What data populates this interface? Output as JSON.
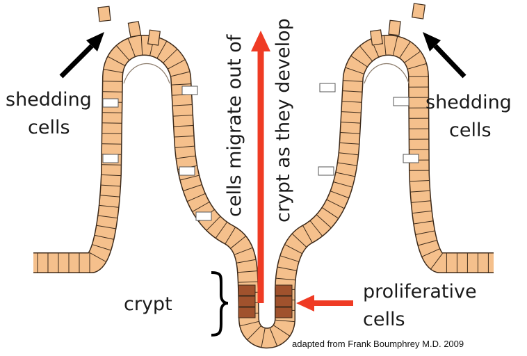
{
  "labels": {
    "shedding_left_1": "shedding",
    "shedding_left_2": "cells",
    "shedding_right_1": "shedding",
    "shedding_right_2": "cells",
    "migrate_1": "cells migrate out of",
    "migrate_2": "crypt as they develop",
    "crypt": "crypt",
    "proliferative_1": "proliferative",
    "proliferative_2": "cells",
    "credit": "adapted from Frank Boumphrey M.D. 2009"
  },
  "colors": {
    "cell_fill": "#f5c08c",
    "cell_outline": "#3d2a1a",
    "proliferative_fill": "#a0522d",
    "arrow_red": "#ef3b24",
    "arrow_black": "#000000"
  }
}
